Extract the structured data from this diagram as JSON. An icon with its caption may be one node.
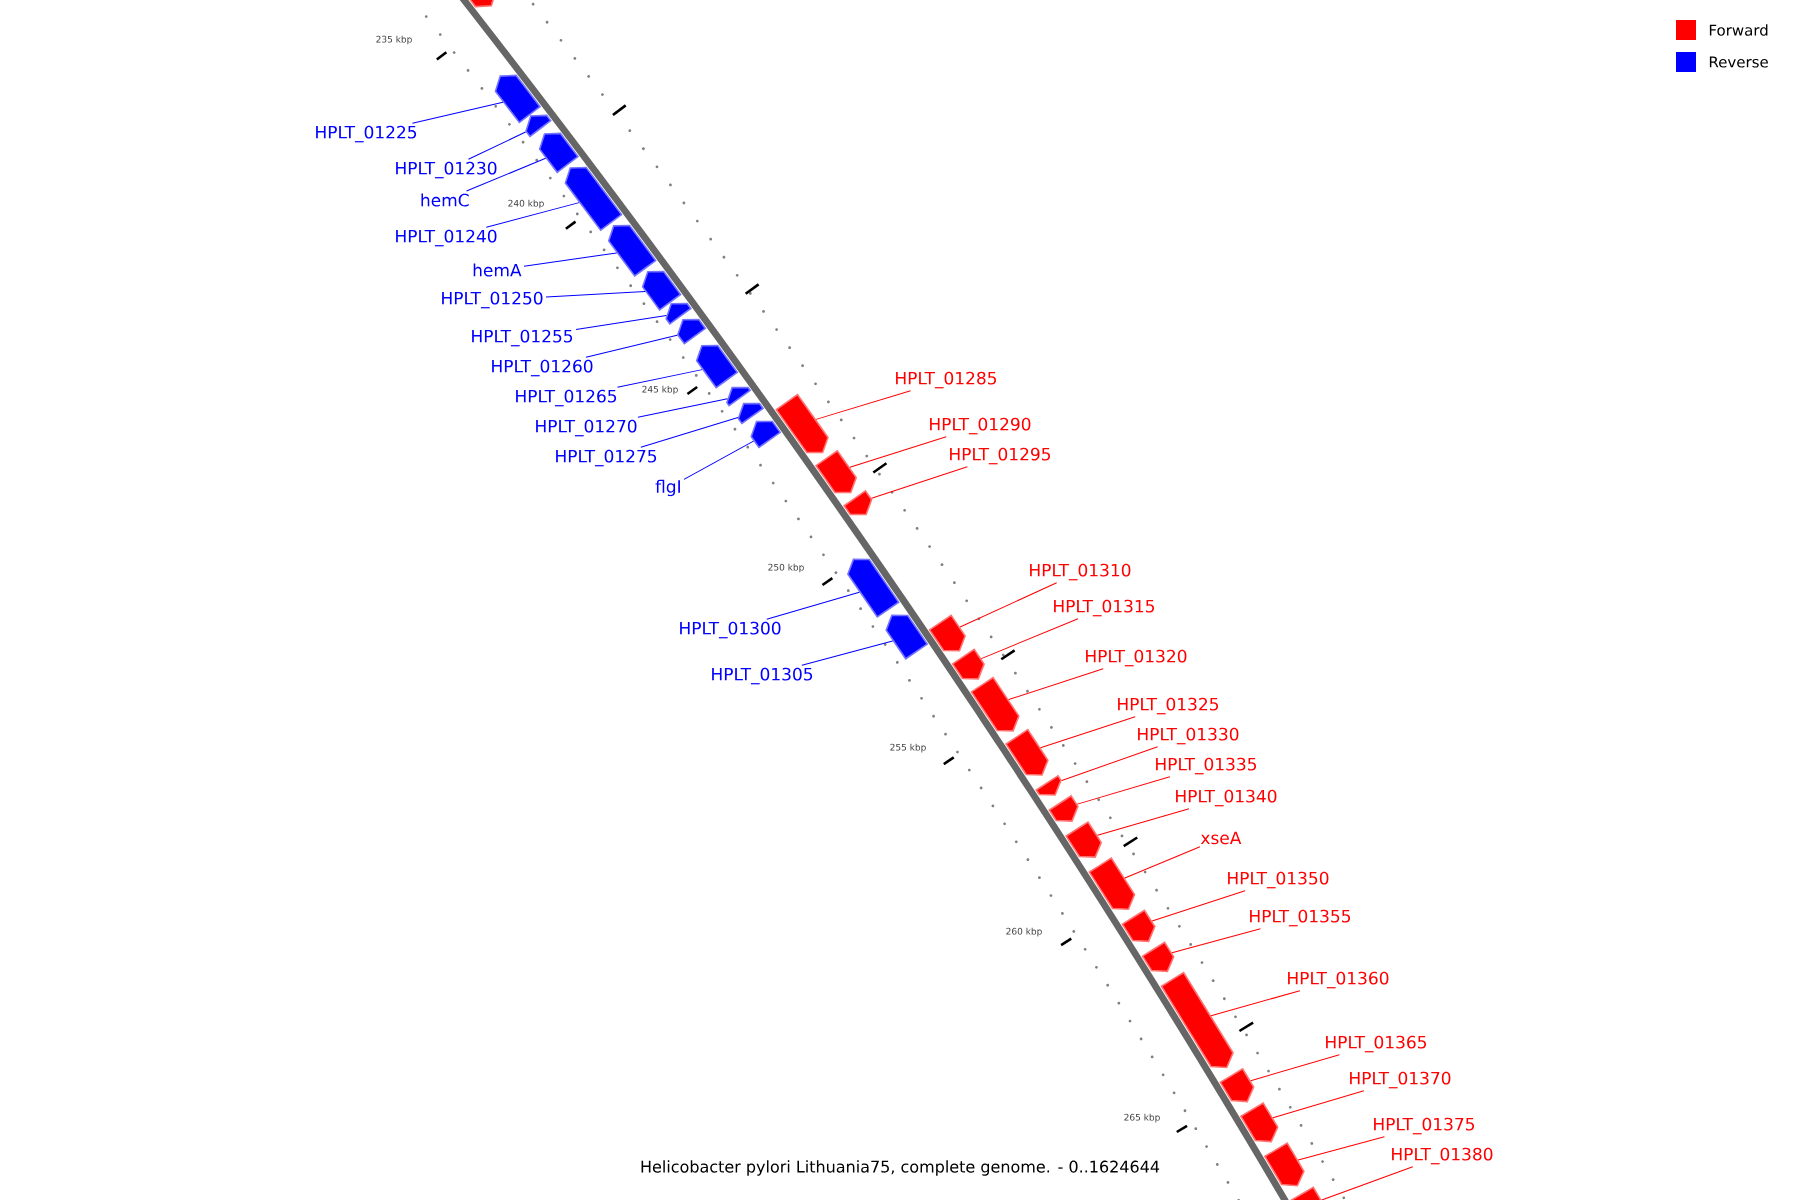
{
  "diagram": {
    "caption": "Helicobacter pylori Lithuania75, complete genome. - 0..1624644",
    "nodes": [
      {
        "text": [],
        "shape": "bar"
      },
      {
        "text": [
          "HPLT_01225"
        ]
      },
      {
        "text": [],
        "shape": "bar"
      },
      {
        "text": [
          "HPLT_01230"
        ]
      },
      {
        "text": [],
        "shape": "bar"
      },
      {
        "text": [
          "hemC"
        ]
      },
      {
        "text": [],
        "shape": "bar"
      },
      {
        "text": [
          "HPLT_01240"
        ]
      },
      {
        "text": [],
        "shape": "bar"
      },
      {
        "text": [
          "hemA"
        ]
      },
      {
        "text": [],
        "shape": "bar"
      },
      {
        "text": [
          "HPLT_01250"
        ]
      },
      {
        "text": [],
        "shape": "bar"
      },
      {
        "text": [
          "HPLT_01255"
        ]
      },
      {
        "text": [],
        "shape": "bar"
      },
      {
        "text": [
          "HPLT_01260"
        ]
      },
      {
        "text": [],
        "shape": "bar"
      },
      {
        "text": [
          "HPLT_01265"
        ]
      },
      {
        "text": [],
        "shape": "bar"
      },
      {
        "text": [
          "HPLT_01270"
        ]
      },
      {
        "text": [],
        "shape": "bar"
      },
      {
        "text": [
          "HPLT_01275"
        ]
      },
      {
        "text": [],
        "shape": "bar"
      },
      {
        "text": [
          "flgI"
        ]
      },
      {
        "text": [],
        "shape": "bar"
      },
      {
        "text": [
          "HPLT_01285"
        ]
      },
      {
        "text": [],
        "shape": "bar"
      },
      {
        "text": [
          "HPLT_01290"
        ]
      },
      {
        "text": [],
        "shape": "bar"
      },
      {
        "text": [
          "HPLT_01295"
        ]
      },
      {
        "text": [],
        "shape": "bar"
      },
      {
        "text": [
          "HPLT_01300"
        ]
      },
      {
        "text": [],
        "shape": "bar"
      },
      {
        "text": [
          "HPLT_01305"
        ]
      },
      {
        "text": [],
        "shape": "bar"
      },
      {
        "text": [
          "HPLT_01310"
        ]
      },
      {
        "text": [],
        "shape": "bar"
      },
      {
        "text": [
          "HPLT_01315"
        ]
      },
      {
        "text": [],
        "shape": "bar"
      },
      {
        "text": [
          "HPLT_01320"
        ]
      },
      {
        "text": [],
        "shape": "bar"
      },
      {
        "text": [
          "HPLT_01325"
        ]
      },
      {
        "text": [],
        "shape": "bar"
      },
      {
        "text": [
          "HPLT_01330"
        ]
      },
      {
        "text": [],
        "shape": "bar"
      },
      {
        "text": [
          "HPLT_01335"
        ]
      },
      {
        "text": [],
        "shape": "bar"
      },
      {
        "text": [
          "HPLT_01340"
        ]
      },
      {
        "text": [],
        "shape": "bar"
      },
      {
        "text": [
          "xseA"
        ]
      },
      {
        "text": [],
        "shape": "bar"
      },
      {
        "text": [
          "HPLT_01350"
        ]
      },
      {
        "text": [],
        "shape": "bar"
      },
      {
        "text": [
          "HPLT_01355"
        ]
      },
      {
        "text": [],
        "shape": "bar"
      },
      {
        "text": [
          "HPLT_01360"
        ]
      },
      {
        "text": [],
        "shape": "bar"
      },
      {
        "text": [
          "HPLT_01365"
        ]
      },
      {
        "text": [],
        "shape": "bar"
      },
      {
        "text": [
          "HPLT_01370"
        ]
      },
      {
        "text": [],
        "shape": "bar"
      },
      {
        "text": [
          "HPLT_01375"
        ]
      },
      {
        "text": [],
        "shape": "bar"
      },
      {
        "text": [
          "HPLT_01380"
        ]
      },
      {
        "text": [],
        "shape": "bar"
      }
    ],
    "edges": [
      {
        "from": 1,
        "to": 2,
        "arrow": "none",
        "color": "#0000ff"
      },
      {
        "from": 3,
        "to": 4,
        "arrow": "none",
        "color": "#0000ff"
      },
      {
        "from": 5,
        "to": 6,
        "arrow": "none",
        "color": "#0000ff"
      },
      {
        "from": 7,
        "to": 8,
        "arrow": "none",
        "color": "#0000ff"
      },
      {
        "from": 9,
        "to": 10,
        "arrow": "none",
        "color": "#0000ff"
      },
      {
        "from": 11,
        "to": 12,
        "arrow": "none",
        "color": "#0000ff"
      },
      {
        "from": 13,
        "to": 14,
        "arrow": "none",
        "color": "#0000ff"
      },
      {
        "from": 15,
        "to": 16,
        "arrow": "none",
        "color": "#0000ff"
      },
      {
        "from": 17,
        "to": 18,
        "arrow": "none",
        "color": "#0000ff"
      },
      {
        "from": 19,
        "to": 20,
        "arrow": "none",
        "color": "#0000ff"
      },
      {
        "from": 21,
        "to": 22,
        "arrow": "none",
        "color": "#0000ff"
      },
      {
        "from": 23,
        "to": 24,
        "arrow": "none",
        "color": "#0000ff"
      },
      {
        "from": 25,
        "to": 26,
        "arrow": "none"
      },
      {
        "from": 27,
        "to": 28,
        "arrow": "none"
      },
      {
        "from": 29,
        "to": 30,
        "arrow": "none"
      },
      {
        "from": 31,
        "to": 32,
        "arrow": "none",
        "color": "#0000ff"
      },
      {
        "from": 33,
        "to": 34,
        "arrow": "none",
        "color": "#0000ff"
      },
      {
        "from": 35,
        "to": 36,
        "arrow": "none"
      },
      {
        "from": 37,
        "to": 38,
        "arrow": "none"
      },
      {
        "from": 39,
        "to": 40,
        "arrow": "none"
      },
      {
        "from": 41,
        "to": 42,
        "arrow": "none"
      },
      {
        "from": 43,
        "to": 44,
        "arrow": "none"
      },
      {
        "from": 45,
        "to": 46,
        "arrow": "none"
      },
      {
        "from": 47,
        "to": 48,
        "arrow": "none"
      },
      {
        "from": 49,
        "to": 50,
        "arrow": "none"
      },
      {
        "from": 51,
        "to": 52,
        "arrow": "none"
      },
      {
        "from": 53,
        "to": 54,
        "arrow": "none"
      },
      {
        "from": 55,
        "to": 56,
        "arrow": "none"
      },
      {
        "from": 57,
        "to": 58,
        "arrow": "none"
      },
      {
        "from": 59,
        "to": 60,
        "arrow": "none"
      },
      {
        "from": 61,
        "to": 62,
        "arrow": "none"
      },
      {
        "from": 63,
        "to": 64,
        "arrow": "none"
      }
    ],
    "labels": [
      "235 kbp",
      "240 kbp",
      "245 kbp",
      "250 kbp",
      "255 kbp",
      "260 kbp",
      "265 kbp"
    ],
    "legend": [
      {
        "text": "Forward",
        "color": "#ff0000"
      },
      {
        "text": "Reverse",
        "color": "#0000ff"
      }
    ]
  }
}
